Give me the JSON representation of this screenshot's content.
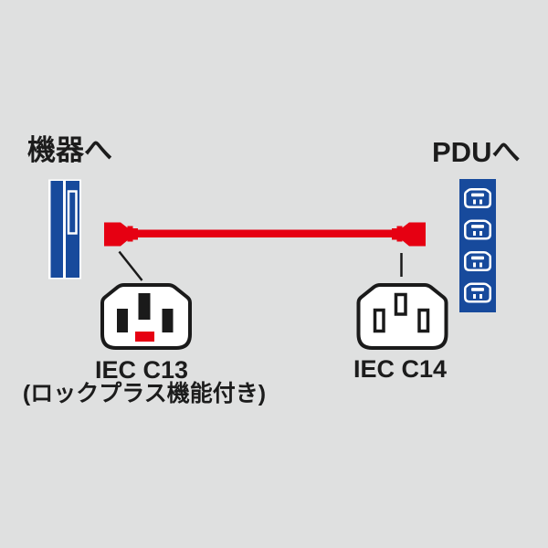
{
  "colors": {
    "background": "#dfe0e0",
    "cable_red": "#e60012",
    "lock_red": "#e60012",
    "device_blue": "#174a9c",
    "outline_black": "#1a1a1a",
    "connector_white": "#ffffff",
    "text": "#1c1c1c"
  },
  "diagram": {
    "labels": {
      "device": "機器へ",
      "pdu": "PDUへ",
      "c13_title": "IEC C13",
      "c13_subtitle": "(ロックプラス機能付き)",
      "c14_title": "IEC C14"
    },
    "icons": {
      "device_panel": "device-inlet-panel-icon",
      "pdu_strip": "pdu-outlet-strip-icon",
      "cable": "red-power-cable-icon",
      "c13": "iec-c13-connector-icon",
      "c14": "iec-c14-connector-icon",
      "lock": "red-lock-indicator"
    },
    "pdu_outlet_count": 4
  }
}
